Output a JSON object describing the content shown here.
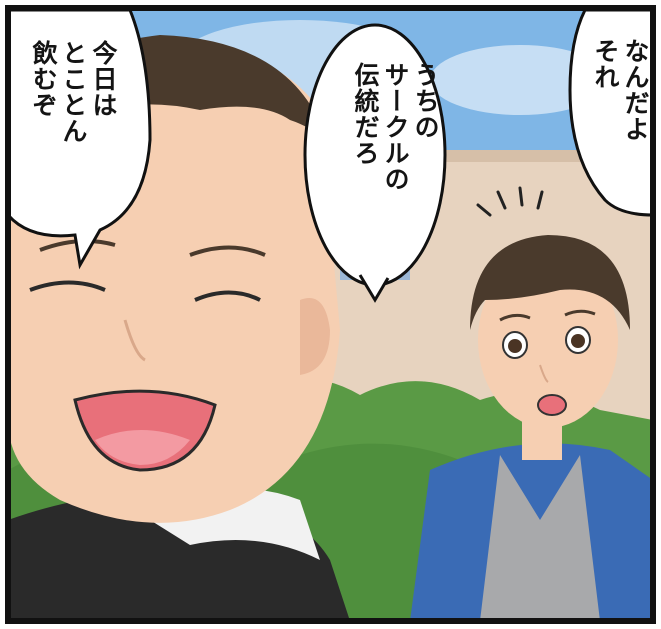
{
  "bubbles": {
    "left": "今日は\nとことん\n飲むぞ",
    "middle": "うちの\nサークルの\n伝統だろ",
    "right": "なんだよ\nそれ"
  },
  "colors": {
    "sky": "#7fb6e6",
    "wall": "#e7d3bf",
    "bush": "#5a9a45",
    "skin": "#f6cfb2",
    "hair": "#4a3a2c",
    "jacket": "#3a6bb5",
    "shirt": "#a8a9ab",
    "hoodie": "#2a2a2a",
    "mouth": "#e8707a"
  },
  "icons": [
    "surprise-lines-icon"
  ]
}
